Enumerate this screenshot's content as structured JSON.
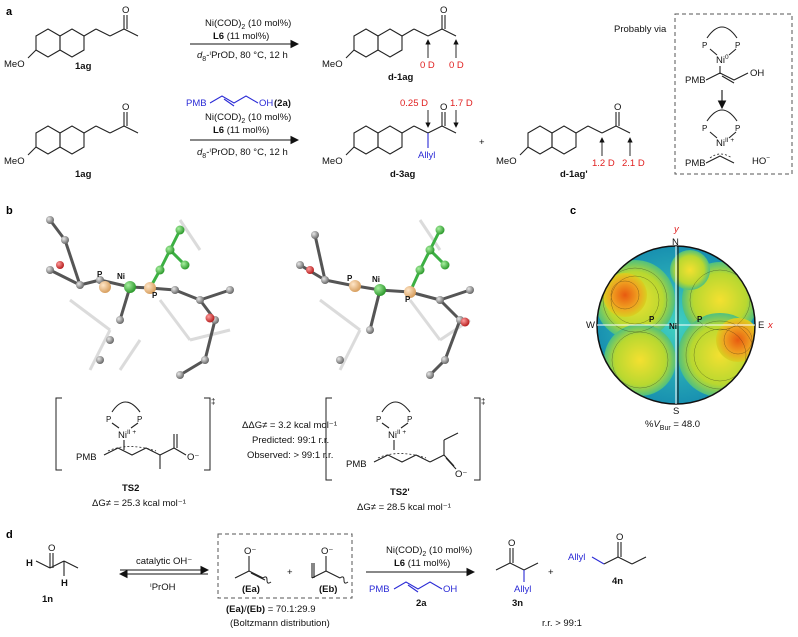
{
  "panels": {
    "a": "a",
    "b": "b",
    "c": "c",
    "d": "d"
  },
  "a": {
    "row1": {
      "reactant": "1ag",
      "cond1": "Ni(COD)",
      "cond1_sub": "2",
      "cond1_tail": " (10 mol%)",
      "cond2": "L6",
      "cond2_tail": " (11 mol%)",
      "cond3_d": "d",
      "cond3_sub": "8",
      "cond3_tail": "-ⁱPrOD, 80 °C, 12 h",
      "product": "d-1ag",
      "label_left": "0 D",
      "label_right": "0 D"
    },
    "row2": {
      "reactant": "1ag",
      "reagent_pmb": "PMB",
      "reagent_oh": "OH",
      "reagent_id": "(2a)",
      "cond1": "Ni(COD)",
      "cond1_sub": "2",
      "cond1_tail": " (10 mol%)",
      "cond2": "L6",
      "cond2_tail": " (11 mol%)",
      "cond3_d": "d",
      "cond3_sub": "8",
      "cond3_tail": "-ⁱPrOD, 80 °C, 12 h",
      "product1": "d-3ag",
      "allyl": "Allyl",
      "label_a": "0.25 D",
      "label_b": "1.7 D",
      "plus": "+",
      "product2": "d-1ag'",
      "label_c": "1.2 D",
      "label_d": "2.1 D"
    },
    "meo": "MeO",
    "box": {
      "title": "Probably via",
      "P": "P",
      "ni1": "Ni",
      "ni1_sup": "0",
      "pmb": "PMB",
      "oh": "OH",
      "ni2": "Ni",
      "ni2_sup": "II +",
      "ho": "HO",
      "ho_sup": "−"
    }
  },
  "b": {
    "P": "P",
    "Ni": "Ni",
    "ts2_name": "TS2",
    "ts2_energy": "ΔG≠ = 25.3 kcal mol⁻¹",
    "ts2p_name": "TS2'",
    "ts2p_energy": "ΔG≠ = 28.5 kcal mol⁻¹",
    "ddg": "ΔΔG≠ = 3.2 kcal mol⁻¹",
    "predicted": "Predicted: 99:1 r.r.",
    "observed": "Observed: > 99:1 r.r.",
    "pmb": "PMB",
    "ni_sup": "II +",
    "o_minus": "O⁻",
    "dagger": "‡"
  },
  "c": {
    "N": "N",
    "S": "S",
    "E": "E",
    "W": "W",
    "x": "x",
    "y": "y",
    "P": "P",
    "Ni": "Ni",
    "vbur": "%V",
    "vbur_sub": "Bur",
    "vbur_val": " = 48.0"
  },
  "d": {
    "h1": "H",
    "h2": "H",
    "sm": "1n",
    "cond_top": "catalytic OH⁻",
    "cond_bot": "ⁱPrOH",
    "ea": "(Ea)",
    "eb": "(Eb)",
    "ratio_a": "(Ea)",
    "ratio_b": "(Eb)",
    "ratio_val": " = 70.1:29.9",
    "boltz": "(Boltzmann distribution)",
    "plus": "+",
    "cond1": "Ni(COD)",
    "cond1_sub": "2",
    "cond1_tail": " (10 mol%)",
    "cond2": "L6",
    "cond2_tail": " (11 mol%)",
    "pmb": "PMB",
    "oh": "OH",
    "reagent": "2a",
    "p1": "3n",
    "p1_allyl": "Allyl",
    "p2": "4n",
    "p2_allyl": "Allyl",
    "rr": "r.r. > 99:1",
    "o_minus": "O⁻"
  },
  "colors": {
    "red": "#e01e1e",
    "blue": "#2b2bd6",
    "gray": "#888888",
    "green": "#3cb043"
  }
}
